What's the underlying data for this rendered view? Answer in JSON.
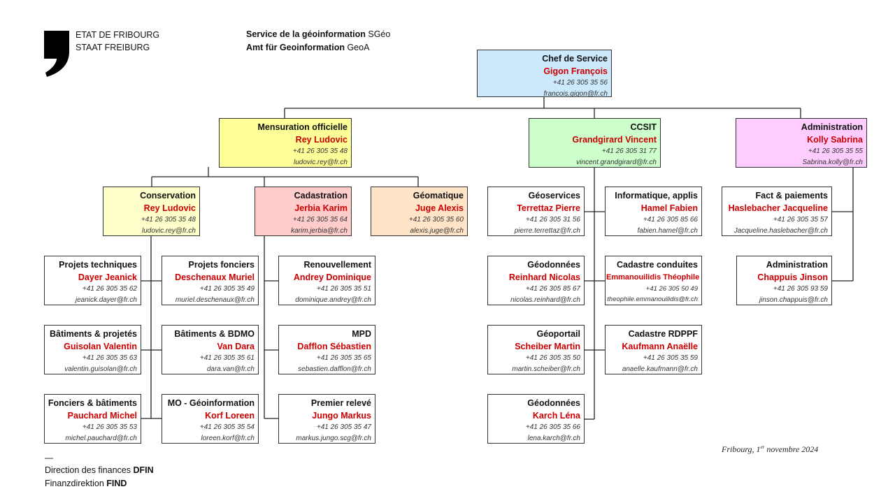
{
  "header": {
    "brand_line1": "ETAT DE FRIBOURG",
    "brand_line2": "STAAT FREIBURG",
    "service_fr_bold": "Service de la géoinformation",
    "service_fr_abbr": "SGéo",
    "service_de_bold": "Amt für Geoinformation",
    "service_de_abbr": "GeoA",
    "logo_icon": "comma-logo-icon"
  },
  "colors": {
    "chef": "#cce9fb",
    "mensuration": "#ffff99",
    "conservation": "#ffffcc",
    "cadastration": "#ffcccc",
    "geomatique": "#ffe4c8",
    "ccsit": "#ccffcc",
    "administration": "#ffccff",
    "name_red": "#cc0000"
  },
  "org": {
    "chef": {
      "title": "Chef de Service",
      "name": "Gigon François",
      "phone": "+41 26 305 35 56",
      "email": "francois.gigon@fr.ch"
    },
    "mensuration": {
      "title": "Mensuration officielle",
      "name": "Rey Ludovic",
      "phone": "+41 26 305 35 48",
      "email": "ludovic.rey@fr.ch"
    },
    "ccsit": {
      "title": "CCSIT",
      "name": "Grandgirard Vincent",
      "phone": "+41 26 305 31 77",
      "email": "vincent.grandgirard@fr.ch"
    },
    "administration": {
      "title": "Administration",
      "name": "Kolly Sabrina",
      "phone": "+41 26 305 35 55",
      "email": "Sabrina.kolly@fr.ch"
    },
    "conservation": {
      "title": "Conservation",
      "name": "Rey Ludovic",
      "phone": "+41 26 305 35 48",
      "email": "ludovic.rey@fr.ch"
    },
    "cadastration": {
      "title": "Cadastration",
      "name": "Jerbia Karim",
      "phone": "+41 26 305 35 64",
      "email": "karim.jerbia@fr.ch"
    },
    "geomatique": {
      "title": "Géomatique",
      "name": "Juge Alexis",
      "phone": "+41 26 305 35 60",
      "email": "alexis.juge@fr.ch"
    },
    "conservation_units": [
      {
        "title": "Projets techniques",
        "name": "Dayer Jeanick",
        "phone": "+41 26 305 35 62",
        "email": "jeanick.dayer@fr.ch"
      },
      {
        "title": "Projets fonciers",
        "name": "Deschenaux Muriel",
        "phone": "+41 26 305 35 49",
        "email": "muriel.deschenaux@fr.ch"
      },
      {
        "title": "Bâtiments & projetés",
        "name": "Guisolan Valentin",
        "phone": "+41 26 305 35 63",
        "email": "valentin.guisolan@fr.ch"
      },
      {
        "title": "Bâtiments & BDMO",
        "name": "Van Dara",
        "phone": "+41 26 305 35 61",
        "email": "dara.van@fr.ch"
      },
      {
        "title": "Fonciers & bâtiments",
        "name": "Pauchard Michel",
        "phone": "+41 26 305 35 53",
        "email": "michel.pauchard@fr.ch"
      },
      {
        "title": "MO - Géoinformation",
        "name": "Korf Loreen",
        "phone": "+41 26 305 35 54",
        "email": "loreen.korf@fr.ch"
      }
    ],
    "cadastration_units": [
      {
        "title": "Renouvellement",
        "name": "Andrey Dominique",
        "phone": "+41 26 305 35 51",
        "email": "dominique.andrey@fr.ch"
      },
      {
        "title": "MPD",
        "name": "Dafflon Sébastien",
        "phone": "+41 26 305 35 65",
        "email": "sebastien.dafflon@fr.ch"
      },
      {
        "title": "Premier relevé",
        "name": "Jungo Markus",
        "phone": "+41 26 305 35 47",
        "email": "markus.jungo.scg@fr.ch"
      }
    ],
    "ccsit_units": [
      {
        "title": "Géoservices",
        "name": "Terrettaz Pierre",
        "phone": "+41 26 305 31 56",
        "email": "pierre.terrettaz@fr.ch"
      },
      {
        "title": "Informatique, applis",
        "name": "Hamel Fabien",
        "phone": "+41 26 305 85 66",
        "email": "fabien.hamel@fr.ch"
      },
      {
        "title": "Géodonnées",
        "name": "Reinhard Nicolas",
        "phone": "+41 26 305 85 67",
        "email": "nicolas.reinhard@fr.ch"
      },
      {
        "title": "Cadastre conduites",
        "name": "Emmanouilidis Théophile",
        "phone": "+41 26 305 50 49",
        "email": "theophile.emmanouilidis@fr.ch"
      },
      {
        "title": "Géoportail",
        "name": "Scheiber Martin",
        "phone": "+41 26 305 35 50",
        "email": "martin.scheiber@fr.ch"
      },
      {
        "title": "Cadastre RDPPF",
        "name": "Kaufmann Anaëlle",
        "phone": "+41 26 305 35 59",
        "email": "anaelle.kaufmann@fr.ch"
      },
      {
        "title": "Géodonnées",
        "name": "Karch Léna",
        "phone": "+41 26 305 35 66",
        "email": "lena.karch@fr.ch"
      }
    ],
    "administration_units": [
      {
        "title": "Fact & paiements",
        "name": "Haslebacher Jacqueline",
        "phone": "+41 26 305 35 57",
        "email": "Jacqueline.haslebacher@fr.ch"
      },
      {
        "title": "Administration",
        "name": "Chappuis Jinson",
        "phone": "+41 26 305 93 59",
        "email": "jinson.chappuis@fr.ch"
      }
    ]
  },
  "footer": {
    "dash": "—",
    "line1_text": "Direction des finances",
    "line1_abbr": "DFIN",
    "line2_text": "Finanzdirektion",
    "line2_abbr": "FIND",
    "date_prefix": "Fribourg, 1",
    "date_sup": "er",
    "date_suffix": " novembre 2024"
  }
}
